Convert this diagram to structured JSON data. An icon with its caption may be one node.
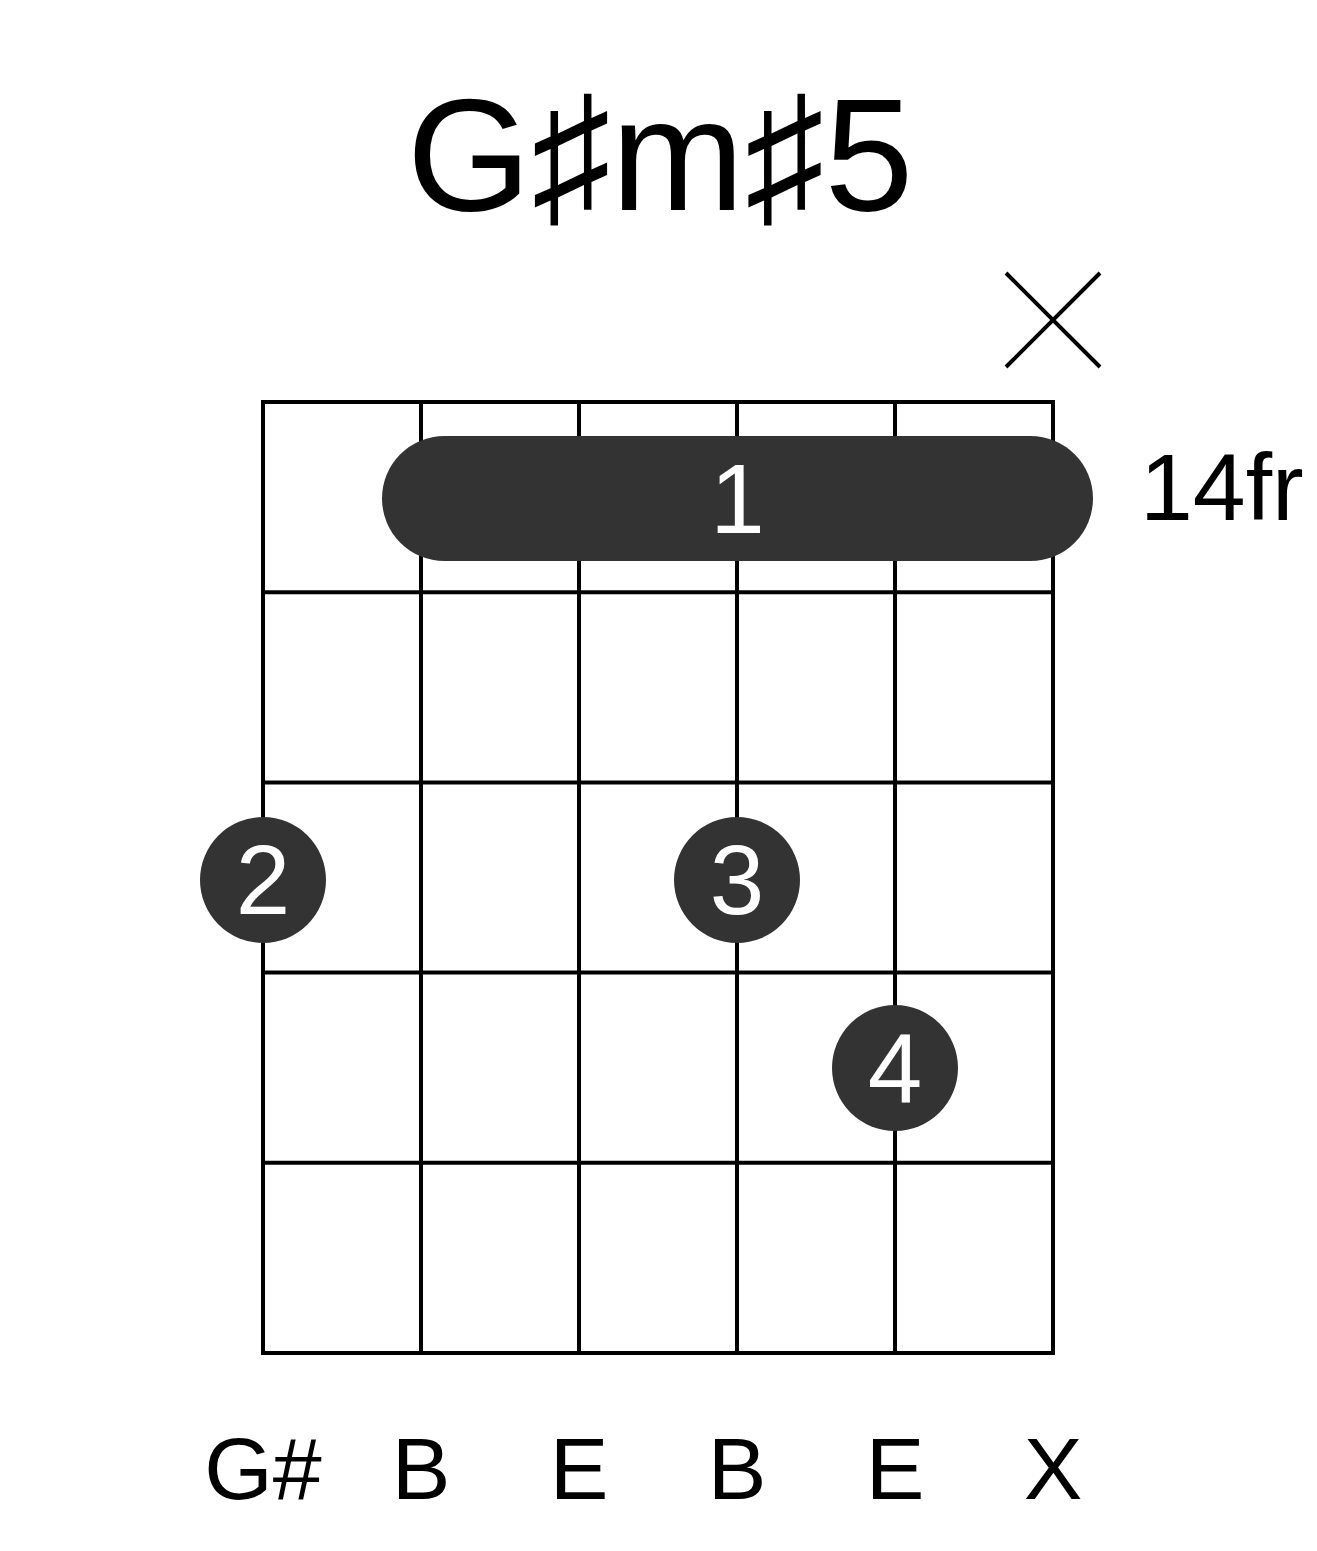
{
  "diagram": {
    "title": "G♯m♯5",
    "nodes": [
      {
        "text": [
          "1"
        ]
      },
      {
        "text": [
          "2"
        ]
      },
      {
        "text": [
          "3"
        ]
      },
      {
        "text": [
          "4"
        ]
      }
    ],
    "labels": [
      "14fr",
      "G#",
      "B",
      "E",
      "B",
      "E",
      "X"
    ]
  }
}
